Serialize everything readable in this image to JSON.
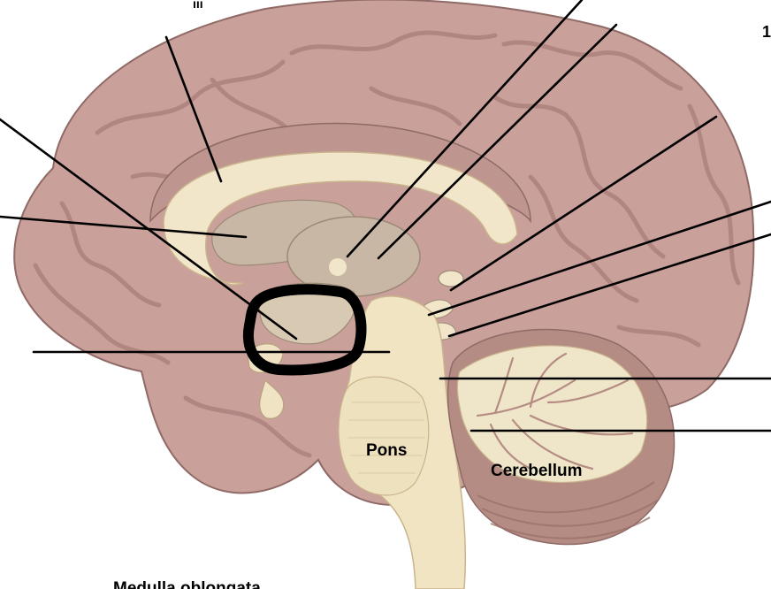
{
  "labels": {
    "pons": "Pons",
    "cerebellum": "Cerebellum",
    "bottom_cutoff": "Medulla oblongata",
    "top_fragment": "ııı",
    "right_fragment": "1"
  },
  "colors": {
    "cortex": "#c9a09a",
    "cortex_fold": "#a97e79",
    "corpus_callosum": "#f1e6c9",
    "thalamus": "#c7b7a4",
    "brainstem": "#f0e4c2",
    "cerebellum_white": "#efe5c8",
    "cerebellum_grey": "#b58c84",
    "leader_line": "#000000",
    "highlight_circle": "#000000"
  }
}
